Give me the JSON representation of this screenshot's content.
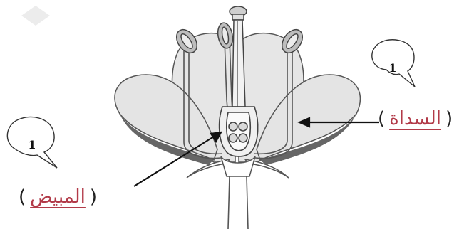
{
  "labels": {
    "right": {
      "score": "1",
      "open_paren": "(",
      "close_paren": ")",
      "word": "السداة"
    },
    "left": {
      "score": "1",
      "open_paren": "(",
      "close_paren": ")",
      "word": "المبيض"
    }
  },
  "colors": {
    "petal_fill": "#e4e4e4",
    "petal_shadow": "#555555",
    "outline": "#555555",
    "answer_text": "#b23a48"
  }
}
